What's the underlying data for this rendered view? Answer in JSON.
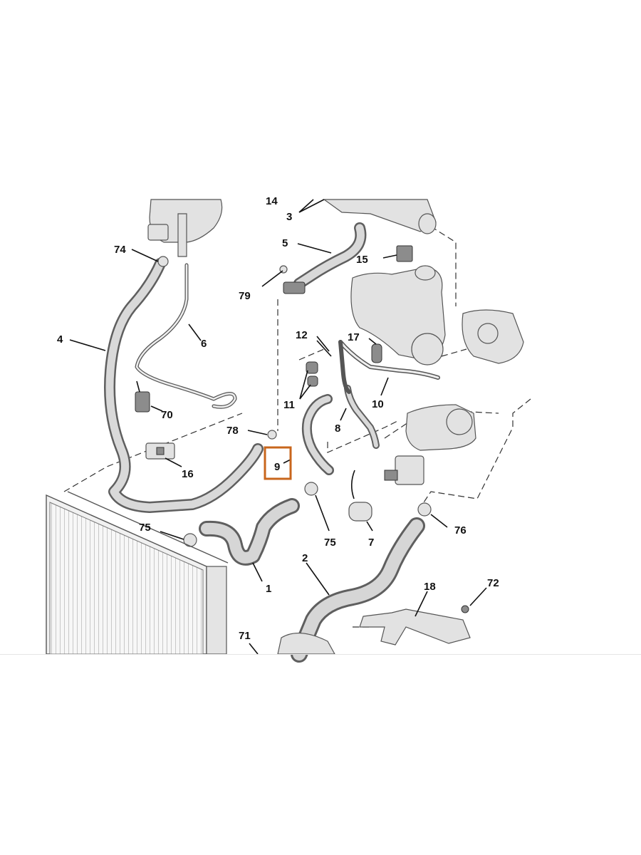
{
  "diagram": {
    "labels": {
      "l1": "1",
      "l2": "2",
      "l3": "3",
      "l4": "4",
      "l5": "5",
      "l6": "6",
      "l7": "7",
      "l8": "8",
      "l9": "9",
      "l10": "10",
      "l11": "11",
      "l12": "12",
      "l14": "14",
      "l15": "15",
      "l16": "16",
      "l17": "17",
      "l18": "18",
      "l70": "70",
      "l71": "71",
      "l72": "72",
      "l74": "74",
      "l75a": "75",
      "l75b": "75",
      "l76": "76",
      "l78": "78",
      "l79": "79"
    },
    "highlight_color": "#c8661c",
    "hose_color": "#5f5f5f",
    "line_color": "#111111"
  }
}
